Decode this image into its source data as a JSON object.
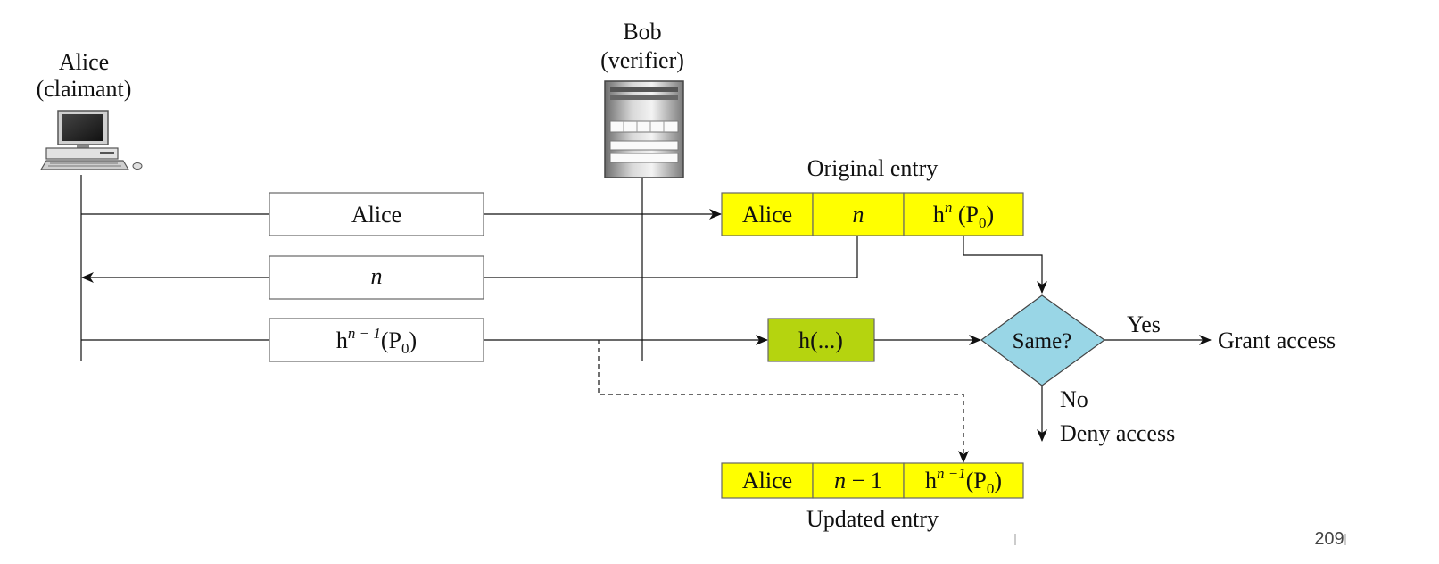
{
  "actors": {
    "alice_name": "Alice",
    "alice_role": "(claimant)",
    "bob_name": "Bob",
    "bob_role": "(verifier)"
  },
  "messages": {
    "msg1": "Alice",
    "msg2": "n",
    "msg3_base": "h",
    "msg3_sup": "n − 1",
    "msg3_arg_open": "(P",
    "msg3_sub": "0",
    "msg3_arg_close": ")"
  },
  "original_entry": {
    "title": "Original entry",
    "name": "Alice",
    "counter": "n",
    "hash_base": "h",
    "hash_sup": "n",
    "hash_arg_open": " (P",
    "hash_sub": "0",
    "hash_arg_close": ")"
  },
  "updated_entry": {
    "title": "Updated entry",
    "name": "Alice",
    "counter_var": "n",
    "counter_rest": " − 1",
    "hash_base": "h",
    "hash_sup": "n −1",
    "hash_arg_open": "(P",
    "hash_sub": "0",
    "hash_arg_close": ")"
  },
  "hash_box": "h(...)",
  "decision": {
    "question": "Same?",
    "yes": "Yes",
    "no": "No",
    "grant": "Grant access",
    "deny": "Deny access"
  },
  "page_number": "209",
  "colors": {
    "entry_fill": "#ffff00",
    "hash_fill": "#b5d40f",
    "diamond_fill": "#99d6e6",
    "line": "#111111"
  },
  "icons": {
    "alice": "desktop-computer-icon",
    "bob": "server-tower-icon"
  }
}
